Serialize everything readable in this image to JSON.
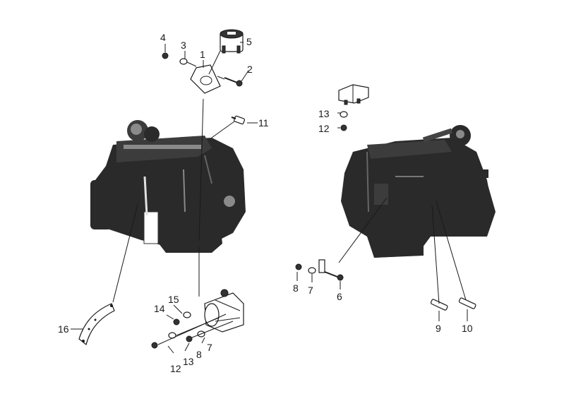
{
  "callouts": [
    {
      "id": "c4a",
      "text": "4"
    },
    {
      "id": "c3a",
      "text": "3"
    },
    {
      "id": "c1a",
      "text": "1"
    },
    {
      "id": "c5a",
      "text": "5"
    },
    {
      "id": "c2a",
      "text": "2"
    },
    {
      "id": "c11a",
      "text": "11"
    },
    {
      "id": "c13a",
      "text": "13"
    },
    {
      "id": "c12a",
      "text": "12"
    },
    {
      "id": "c8a",
      "text": "8"
    },
    {
      "id": "c7a",
      "text": "7"
    },
    {
      "id": "c6a",
      "text": "6"
    },
    {
      "id": "c9a",
      "text": "9"
    },
    {
      "id": "c10a",
      "text": "10"
    },
    {
      "id": "c15a",
      "text": "15"
    },
    {
      "id": "c14a",
      "text": "14"
    },
    {
      "id": "c16a",
      "text": "16"
    },
    {
      "id": "c12b",
      "text": "12"
    },
    {
      "id": "c13b",
      "text": "13"
    },
    {
      "id": "c8b",
      "text": "8"
    },
    {
      "id": "c7b",
      "text": "7"
    }
  ]
}
